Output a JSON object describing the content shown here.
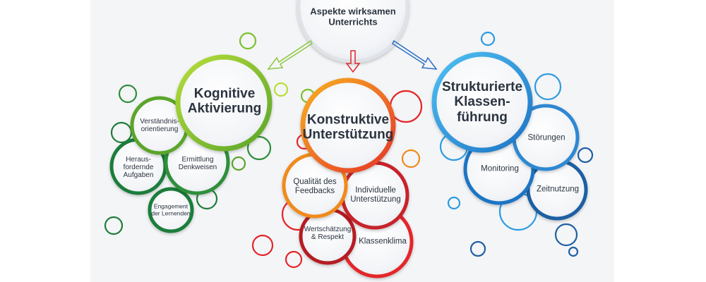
{
  "top_node": "Aspekte wirksamen\nUnterrichts",
  "colors": {
    "green": "#7cc02d",
    "green_dark": "#1f7d3a",
    "red": "#e4262a",
    "red_dark": "#b51e22",
    "orange": "#f08a1c",
    "blue": "#2d9be0",
    "blue_dark": "#1e5fa3",
    "text": "#2b3440"
  },
  "clusters": {
    "green": {
      "title": "Kognitive\nAktivierung",
      "items": [
        "Verständnis-\norientierung",
        "Heraus-\nfordernde\nAufgaben",
        "Ermittlung\nDenkweisen",
        "Engagement\nder Lernenden"
      ]
    },
    "red": {
      "title": "Konstruktive\nUnterstützung",
      "items": [
        "Qualität des\nFeedbacks",
        "Individuelle\nUnterstützung",
        "Wertschätzung\n& Respekt",
        "Klassenklima"
      ]
    },
    "blue": {
      "title": "Strukturierte\nKlassen-\nführung",
      "items": [
        "Störungen",
        "Monitoring",
        "Zeitnutzung"
      ]
    }
  }
}
